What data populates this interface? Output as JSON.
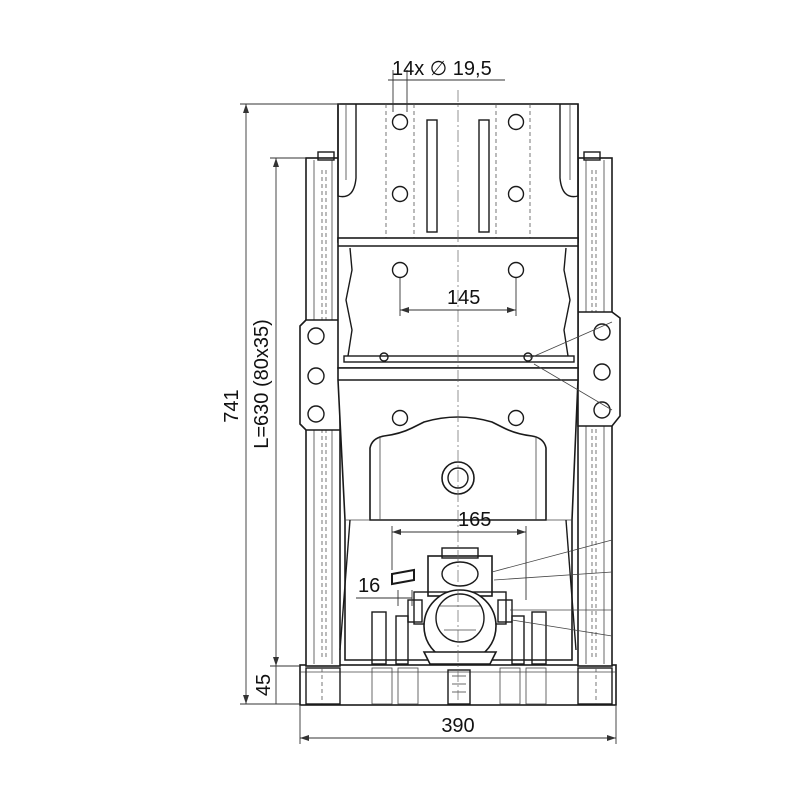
{
  "drawing": {
    "dimensions": {
      "holes_label": "14x ∅ 19,5",
      "spacing_upper": "145",
      "spacing_lower": "165",
      "offset_small": "16",
      "overall_height": "741",
      "column_length": "L=630 (80x35)",
      "base_height": "45",
      "base_width": "390"
    }
  }
}
